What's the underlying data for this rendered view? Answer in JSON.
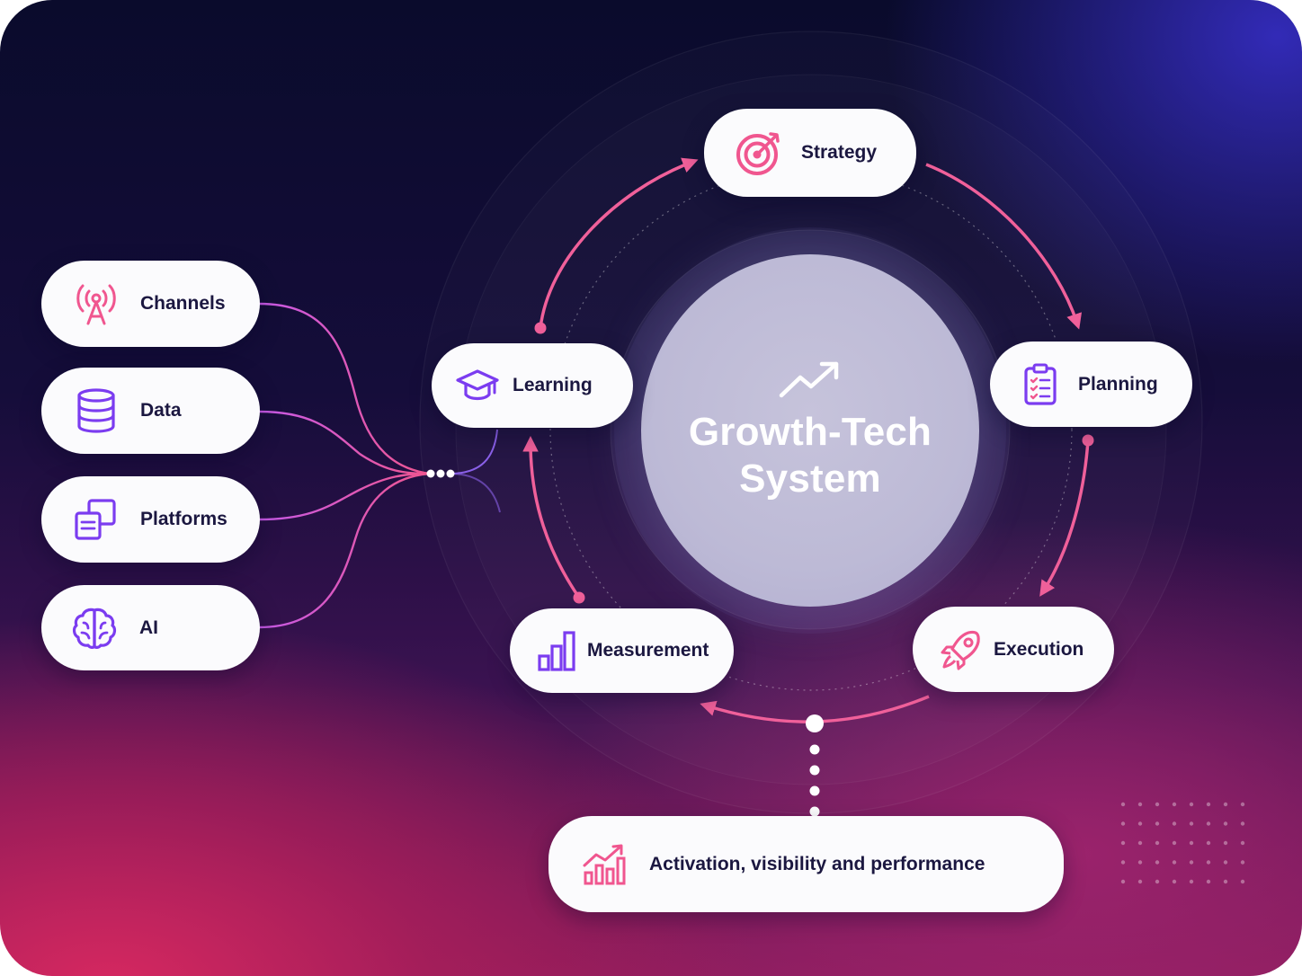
{
  "center": {
    "title_line1": "Growth-Tech",
    "title_line2": "System",
    "icon": "trend-up-icon"
  },
  "cycle": [
    {
      "id": "strategy",
      "label": "Strategy",
      "icon": "target-icon"
    },
    {
      "id": "planning",
      "label": "Planning",
      "icon": "clipboard-checklist-icon"
    },
    {
      "id": "execution",
      "label": "Execution",
      "icon": "rocket-icon"
    },
    {
      "id": "measurement",
      "label": "Measurement",
      "icon": "bar-chart-icon"
    },
    {
      "id": "learning",
      "label": "Learning",
      "icon": "graduation-cap-icon"
    }
  ],
  "inputs": [
    {
      "id": "channels",
      "label": "Channels",
      "icon": "broadcast-tower-icon"
    },
    {
      "id": "data",
      "label": "Data",
      "icon": "database-icon"
    },
    {
      "id": "platforms",
      "label": "Platforms",
      "icon": "layered-windows-icon"
    },
    {
      "id": "ai",
      "label": "AI",
      "icon": "brain-icon"
    }
  ],
  "output": {
    "label": "Activation, visibility and performance",
    "icon": "growth-chart-icon"
  },
  "colors": {
    "accent_pink": "#f0568f",
    "accent_purple": "#7b3cf0",
    "pill_bg": "#fbfbfd",
    "text_dark": "#1b1740"
  }
}
